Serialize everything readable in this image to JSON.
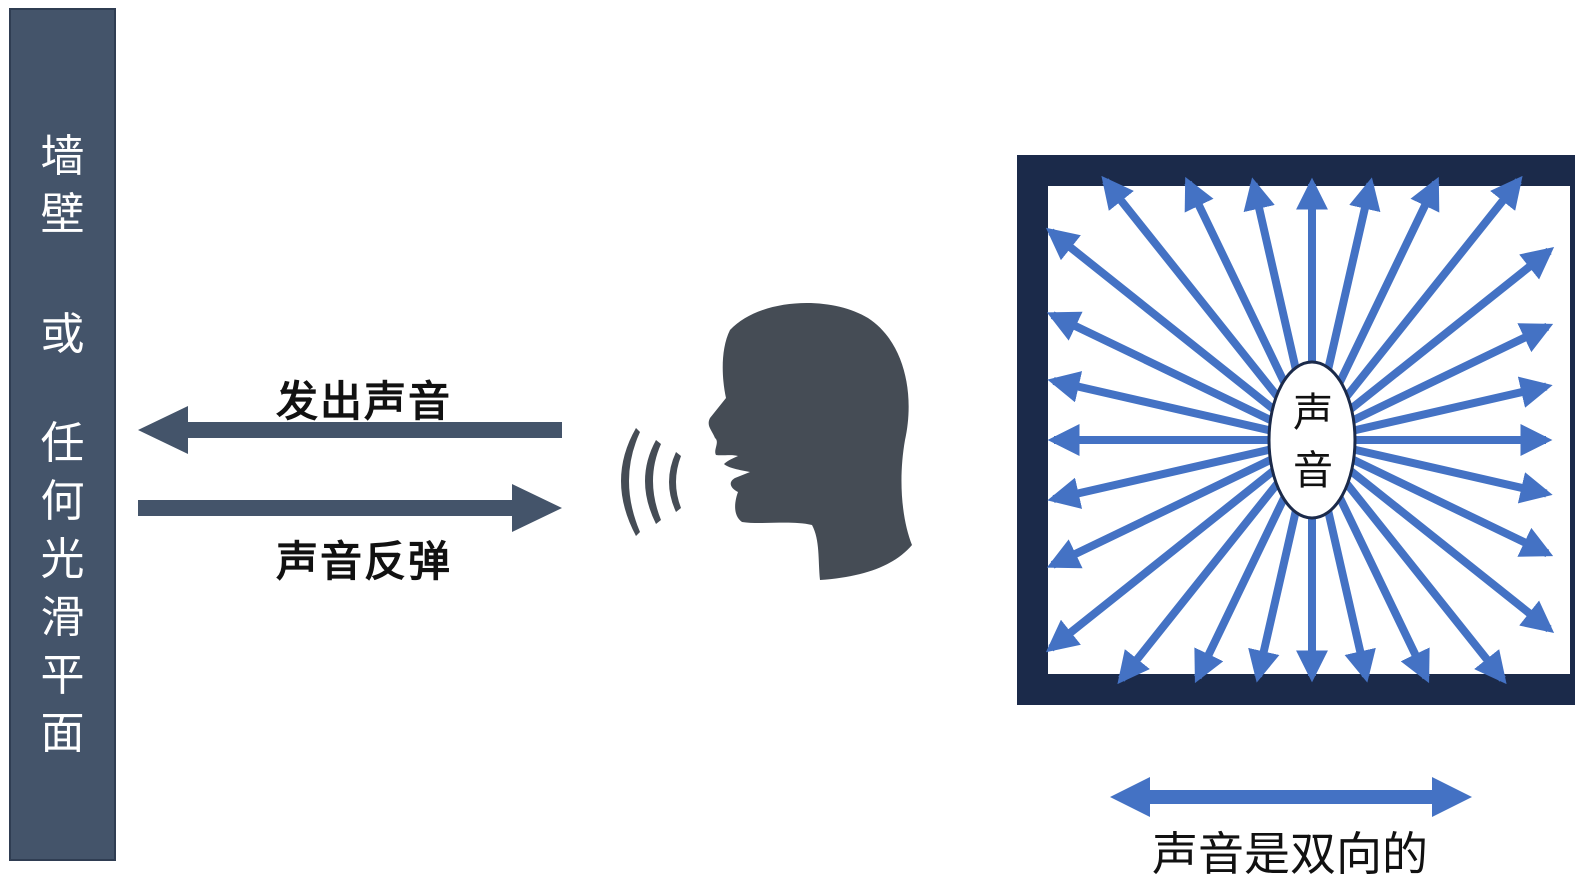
{
  "wall": {
    "line1": [
      "墙",
      "壁"
    ],
    "line2": [
      "或"
    ],
    "line3": [
      "任",
      "何",
      "光",
      "滑",
      "平",
      "面"
    ]
  },
  "arrows": {
    "emit_label": "发出声音",
    "bounce_label": "声音反弹"
  },
  "box": {
    "center_label": [
      "声",
      "音"
    ]
  },
  "caption": "声音是双向的",
  "colors": {
    "wall": "#44546a",
    "arrow_dark": "#44546a",
    "arrow_blue": "#4472c4",
    "box_border": "#1b2a4a",
    "head": "#454c55"
  }
}
